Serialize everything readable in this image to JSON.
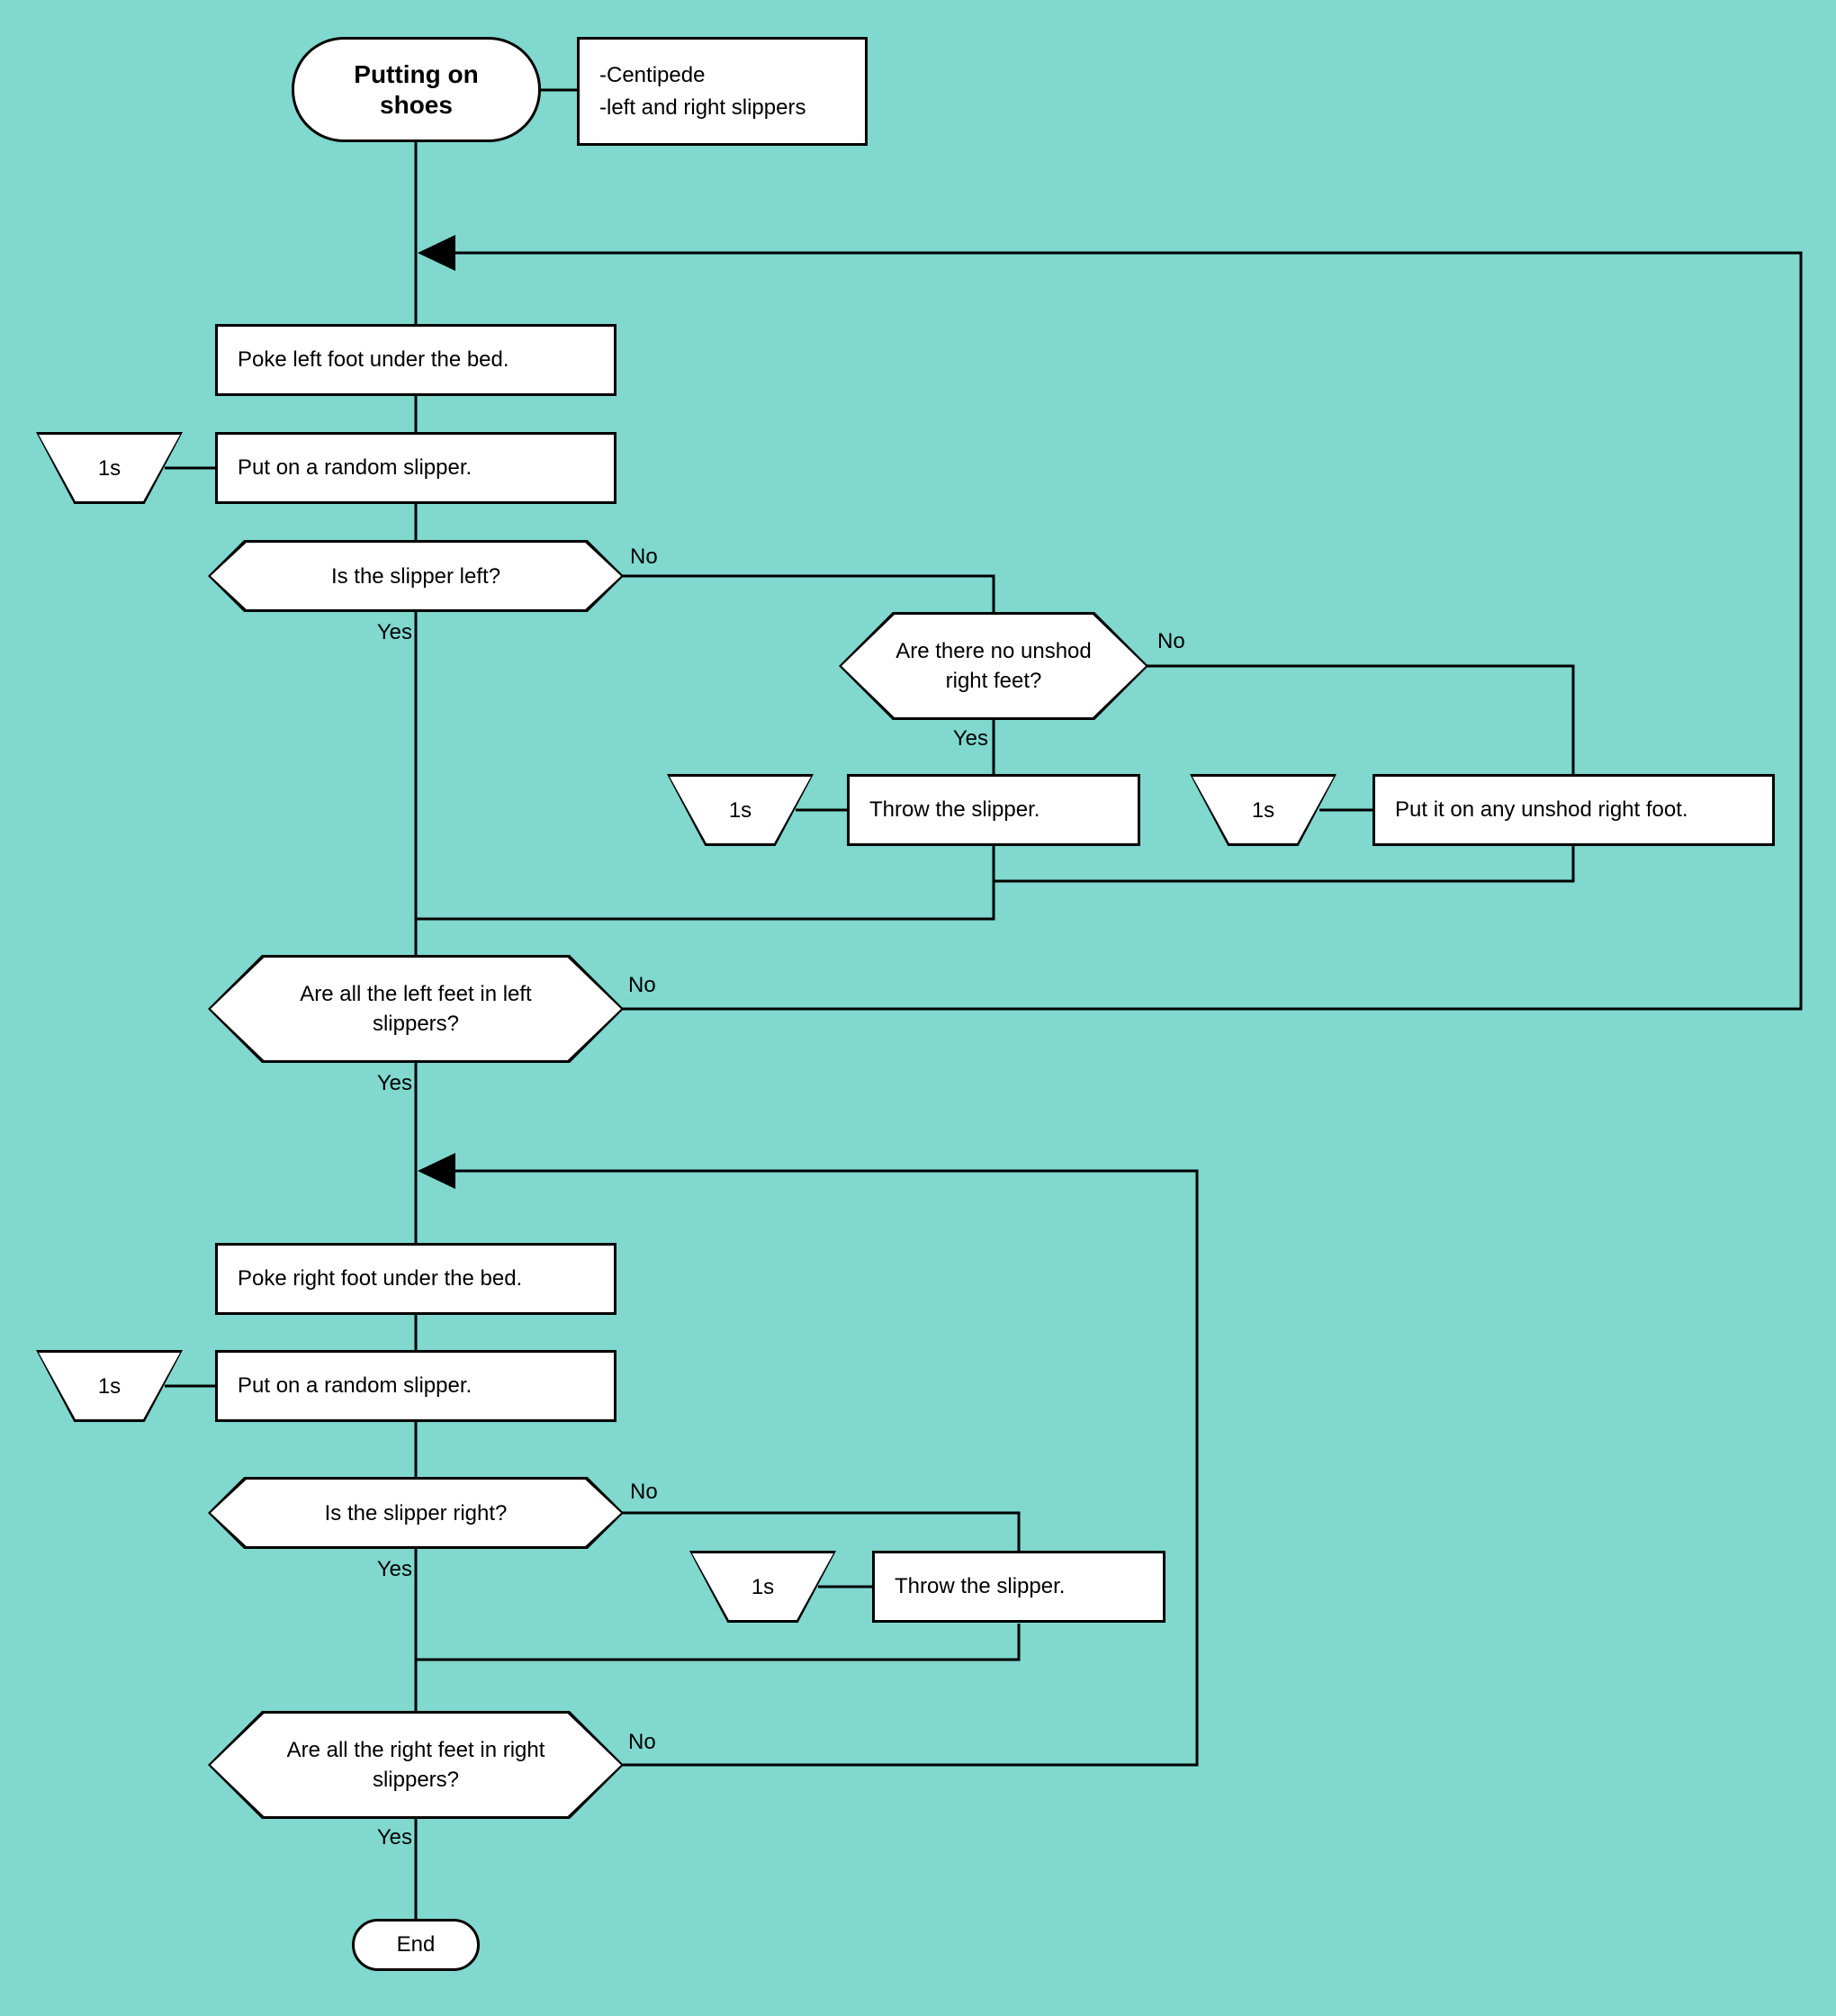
{
  "colors": {
    "background": "#80d8ce",
    "shape_fill": "#ffffff",
    "stroke": "#000000"
  },
  "nodes": {
    "start": {
      "label": "Putting on shoes"
    },
    "note": {
      "line1": "-Centipede",
      "line2": "-left and right slippers"
    },
    "poke_left": {
      "label": "Poke left foot under the bed."
    },
    "put_on_left": {
      "label": "Put on a random slipper.",
      "delay": "1s"
    },
    "is_slipper_left": {
      "label": "Is the slipper left?",
      "yes": "Yes",
      "no": "No"
    },
    "no_unshod_right": {
      "label": "Are there no unshod right feet?",
      "yes": "Yes",
      "no": "No"
    },
    "throw_left": {
      "label": "Throw the slipper.",
      "delay": "1s"
    },
    "put_on_unshod": {
      "label": "Put it on any unshod right foot.",
      "delay": "1s"
    },
    "all_left_feet": {
      "label": "Are all the left feet in left slippers?",
      "yes": "Yes",
      "no": "No"
    },
    "poke_right": {
      "label": "Poke right foot under the bed."
    },
    "put_on_right": {
      "label": "Put on a random slipper.",
      "delay": "1s"
    },
    "is_slipper_right": {
      "label": "Is the slipper right?",
      "yes": "Yes",
      "no": "No"
    },
    "throw_right": {
      "label": "Throw the slipper.",
      "delay": "1s"
    },
    "all_right_feet": {
      "label": "Are all the right feet in right slippers?",
      "yes": "Yes",
      "no": "No"
    },
    "end": {
      "label": "End"
    }
  }
}
